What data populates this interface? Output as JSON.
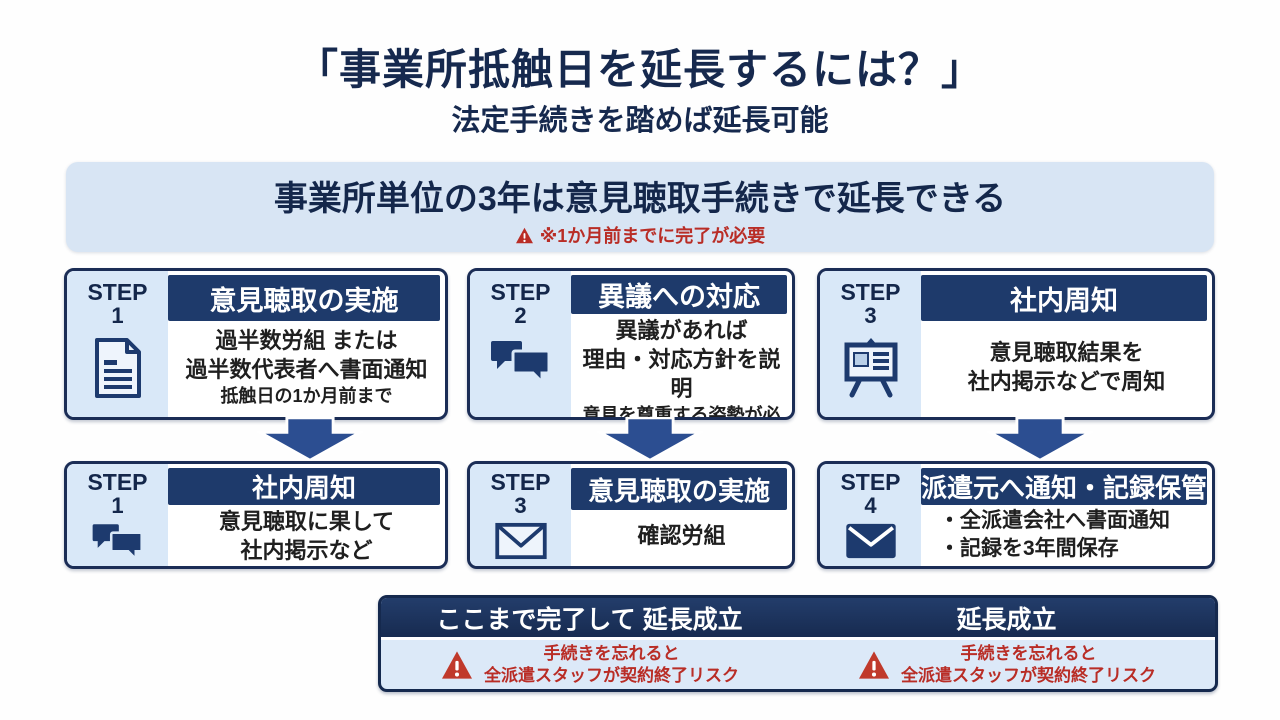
{
  "page": {
    "title": "「事業所抵触日を延長するには？」",
    "subtitle": "法定手続きを踏めば延長可能"
  },
  "banner": {
    "heading": "事業所単位の3年は意見聴取手続きで延長できる",
    "warning": "※1か月前までに完了が必要",
    "warning_icon": "warning-triangle-icon"
  },
  "steps": {
    "row1": [
      {
        "step_label": "STEP",
        "step_number": "1",
        "icon": "document-icon",
        "header": "意見聴取の実施",
        "lines": [
          "過半数労組 または",
          "過半数代表者へ書面通知"
        ],
        "note": "抵触日の1か月前まで"
      },
      {
        "step_label": "STEP",
        "step_number": "2",
        "icon": "speech-bubbles-icon",
        "header": "異議への対応",
        "lines": [
          "異議があれば",
          "理由・対応方針を説明"
        ],
        "note": "意見を尊重する姿勢が必要"
      },
      {
        "step_label": "STEP",
        "step_number": "3",
        "icon": "notice-board-icon",
        "header": "社内周知",
        "lines": [
          "意見聴取結果を",
          "社内掲示などで周知"
        ],
        "note": ""
      }
    ],
    "row2": [
      {
        "step_label": "STEP",
        "step_number": "1",
        "icon": "speech-bubbles-icon",
        "header": "社内周知",
        "lines": [
          "意見聴取に果して",
          "社内掲示など"
        ]
      },
      {
        "step_label": "STEP",
        "step_number": "3",
        "icon": "envelope-outline-icon",
        "header": "意見聴取の実施",
        "lines": [
          "確認労組"
        ]
      },
      {
        "step_label": "STEP",
        "step_number": "4",
        "icon": "envelope-filled-icon",
        "header": "派遣元へ通知・記録保管",
        "lines": [
          "・全派遣会社へ書面通知",
          "・記録を3年間保存"
        ]
      }
    ]
  },
  "footer": {
    "cells": [
      {
        "title": "ここまで完了して 延長成立",
        "risk_line1": "手続きを忘れると",
        "risk_line2": "全派遣スタッフが契約終了リスク"
      },
      {
        "title": "延長成立",
        "risk_line1": "手続きを忘れると",
        "risk_line2": "全派遣スタッフが契約終了リスク"
      }
    ]
  },
  "colors": {
    "navy_dark": "#16294e",
    "navy_header": "#1e3a6b",
    "light_blue_panel": "#d9e8f8",
    "banner_blue": "#d8e5f4",
    "warning_red": "#b92d26",
    "arrow_blue": "#2c4e91"
  }
}
